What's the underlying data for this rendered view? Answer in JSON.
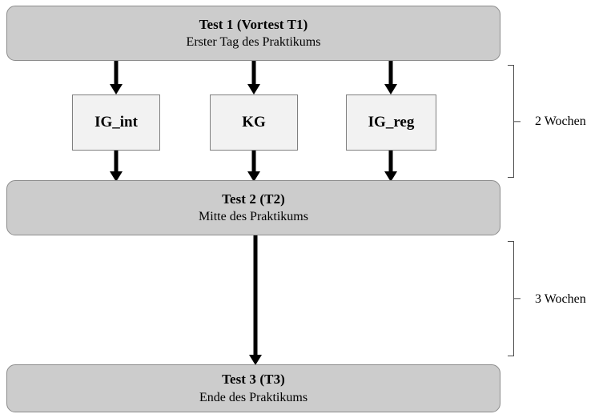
{
  "diagram": {
    "stages": [
      {
        "id": "test-1",
        "title": "Test 1 (Vortest T1)",
        "subtitle": "Erster Tag des Praktikums"
      },
      {
        "id": "test-2",
        "title": "Test 2 (T2)",
        "subtitle": "Mitte des Praktikums"
      },
      {
        "id": "test-3",
        "title": "Test 3 (T3)",
        "subtitle": "Ende des Praktikums"
      }
    ],
    "groups": [
      {
        "id": "ig-int",
        "label": "IG_int"
      },
      {
        "id": "kg",
        "label": "KG"
      },
      {
        "id": "ig-reg",
        "label": "IG_reg"
      }
    ],
    "durations": [
      {
        "id": "duration-1",
        "label": "2 Wochen"
      },
      {
        "id": "duration-2",
        "label": "3 Wochen"
      }
    ],
    "colors": {
      "stage_fill": "#cccccc",
      "stage_border": "#8c8c8c",
      "group_fill": "#f2f2f2",
      "group_border": "#808080",
      "arrow": "#000000",
      "brace": "#4d4d4d",
      "background": "#ffffff",
      "text": "#000000"
    }
  }
}
